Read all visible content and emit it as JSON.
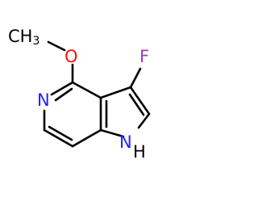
{
  "molecule": {
    "labels": {
      "ch3_main": "CH",
      "ch3_sub": "3",
      "oxygen": "O",
      "fluorine": "F",
      "nitrogen": "N",
      "nh": "H"
    },
    "colors": {
      "carbon": "#000000",
      "oxygen": "#ff0d0d",
      "fluorine": "#9a3db5",
      "nitrogen": "#1f1fff",
      "bond": "#000000"
    }
  }
}
